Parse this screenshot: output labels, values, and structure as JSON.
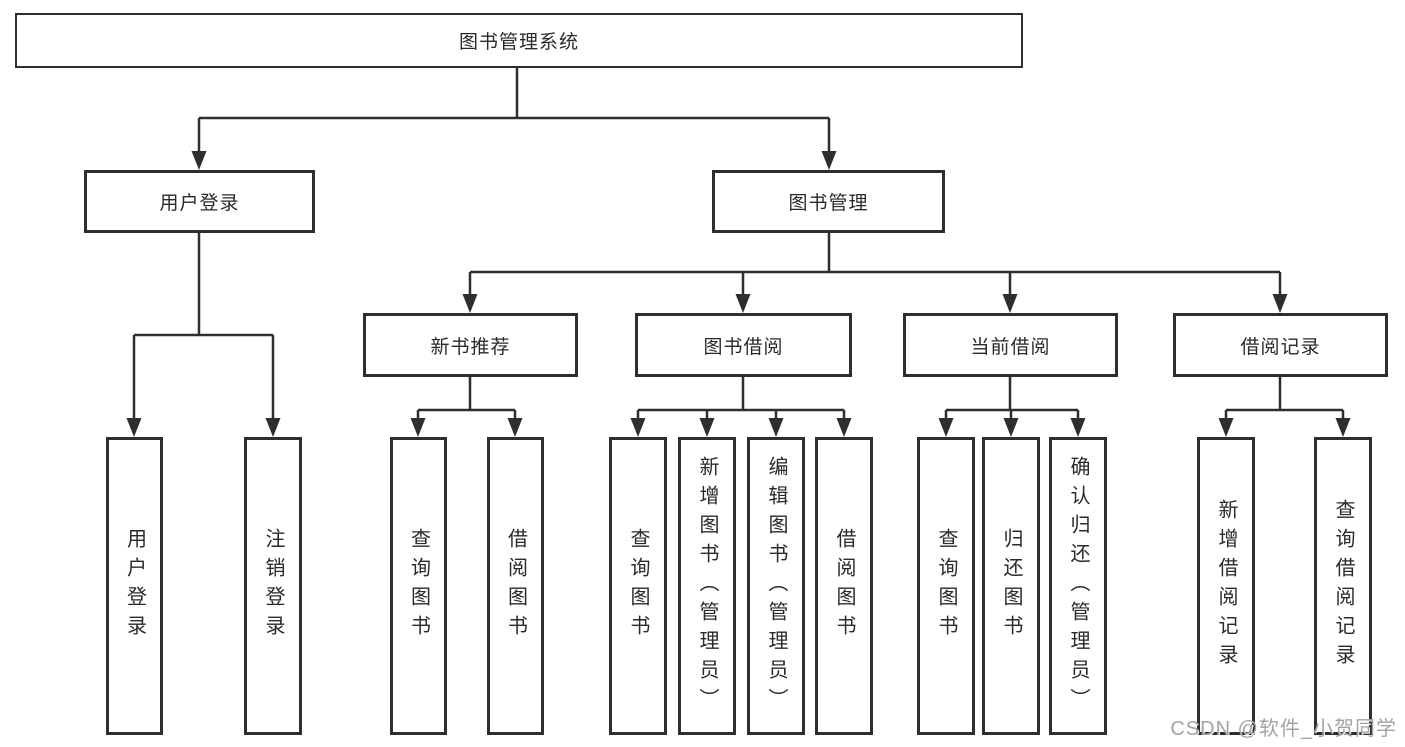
{
  "colors": {
    "line": "#2e2e2e",
    "box_border": "#2e2e2e",
    "text": "#2a2a2a",
    "background": "#ffffff",
    "watermark": "#a3a3a3"
  },
  "diagram": {
    "root": {
      "label": "图书管理系统",
      "children": [
        {
          "label": "用户登录",
          "children": [
            {
              "label": "用户登录"
            },
            {
              "label": "注销登录"
            }
          ]
        },
        {
          "label": "图书管理",
          "children": [
            {
              "label": "新书推荐",
              "children": [
                {
                  "label": "查询图书"
                },
                {
                  "label": "借阅图书"
                }
              ]
            },
            {
              "label": "图书借阅",
              "children": [
                {
                  "label": "查询图书"
                },
                {
                  "label": "新增图书（管理员）"
                },
                {
                  "label": "编辑图书（管理员）"
                },
                {
                  "label": "借阅图书"
                }
              ]
            },
            {
              "label": "当前借阅",
              "children": [
                {
                  "label": "查询图书"
                },
                {
                  "label": "归还图书"
                },
                {
                  "label": "确认归还（管理员）"
                }
              ]
            },
            {
              "label": "借阅记录",
              "children": [
                {
                  "label": "新增借阅记录"
                },
                {
                  "label": "查询借阅记录"
                }
              ]
            }
          ]
        }
      ]
    }
  },
  "watermark": {
    "text": "CSDN @软件_小贺同学"
  }
}
